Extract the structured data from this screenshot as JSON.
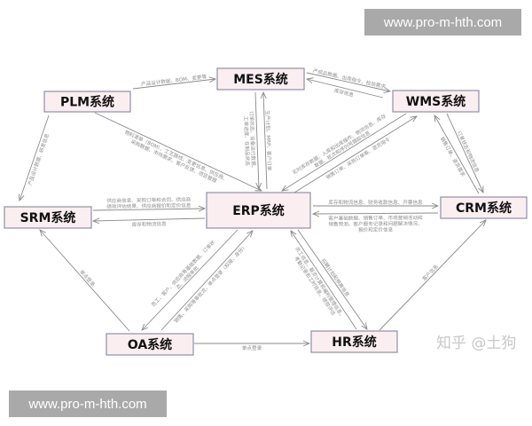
{
  "watermark_top": "www.pro-m-hth.com",
  "watermark_bottom": "www.pro-m-hth.com",
  "signature": "知乎 @土狗",
  "colors": {
    "node_fill": "#fbeef0",
    "node_border": "#8e8fa8",
    "edge": "#8a8a8a",
    "label": "#8c8c8c"
  },
  "nodes": {
    "plm": "PLM系统",
    "mes": "MES系统",
    "wms": "WMS系统",
    "srm": "SRM系统",
    "erp": "ERP系统",
    "crm": "CRM系统",
    "oa": "OA系统",
    "hr": "HR系统"
  },
  "edges": [
    {
      "from": "plm",
      "to": "mes",
      "label": [
        "产品设计数据、BOM、变更等"
      ]
    },
    {
      "from": "plm",
      "to": "srm",
      "label": [
        "产品设计数据、研发信息"
      ]
    },
    {
      "from": "plm",
      "to": "erp",
      "label": [
        "物料清单（BOM）、工艺路线、变更信息、供应商、",
        "采购数据、市场需求、客户反馈、项目管理"
      ]
    },
    {
      "from": "mes",
      "to": "erp",
      "label": [
        "订单状态、设备运行数据、",
        "工单进度、在制品状态"
      ]
    },
    {
      "from": "erp",
      "to": "mes",
      "label": [
        "生产计划、MRP、客户订单"
      ]
    },
    {
      "from": "mes",
      "to": "wms",
      "label": [
        "产成品数据、出库指令、检验需求"
      ]
    },
    {
      "from": "wms",
      "to": "mes",
      "label": [
        "库存信息"
      ]
    },
    {
      "from": "wms",
      "to": "erp",
      "label": [
        "实时库存数据、入库和出库操作、物流信息、库存",
        "数据、批次和序列号跟踪信息"
      ]
    },
    {
      "from": "erp",
      "to": "wms",
      "label": [
        "销售订单、采购订单等、退货指令"
      ]
    },
    {
      "from": "wms",
      "to": "crm",
      "label": [
        "订单状态和物流信息"
      ]
    },
    {
      "from": "crm",
      "to": "wms",
      "label": [
        "销售订单、退货需求"
      ]
    },
    {
      "from": "srm",
      "to": "erp",
      "label": [
        "供应商信息、采购订单和合同、供应商",
        "绩效评估结果、供应商报价和定价信息"
      ]
    },
    {
      "from": "erp",
      "to": "srm",
      "label": [
        "库存和物流信息"
      ]
    },
    {
      "from": "erp",
      "to": "crm",
      "label": [
        "库存和物流信息、财务收款信息、开票信息"
      ]
    },
    {
      "from": "crm",
      "to": "erp",
      "label": [
        "客户基础数据、销售订单、市场营销活动和",
        "销售预测、客户服务记录和问题解决情况、",
        "报价和定价信息"
      ]
    },
    {
      "from": "erp",
      "to": "oa",
      "label": [
        "员工、客户、供应商等基础数据、订单状",
        "态、流程审批"
      ]
    },
    {
      "from": "oa",
      "to": "erp",
      "label": [
        "销售、采购等审批流、单点登录（权限、身份）"
      ]
    },
    {
      "from": "oa",
      "to": "srm",
      "label": [
        "单点登录"
      ]
    },
    {
      "from": "oa",
      "to": "hr",
      "label": [
        "单点登录"
      ]
    },
    {
      "from": "hr",
      "to": "erp",
      "label": [
        "员工信息、薪资计算和福利管理信息、",
        "考勤记录和工时信息、绩效评估"
      ]
    },
    {
      "from": "erp",
      "to": "hr",
      "label": [
        "招聘计划和预算信息"
      ]
    },
    {
      "from": "hr",
      "to": "crm",
      "label": [
        "客户信息"
      ]
    }
  ]
}
